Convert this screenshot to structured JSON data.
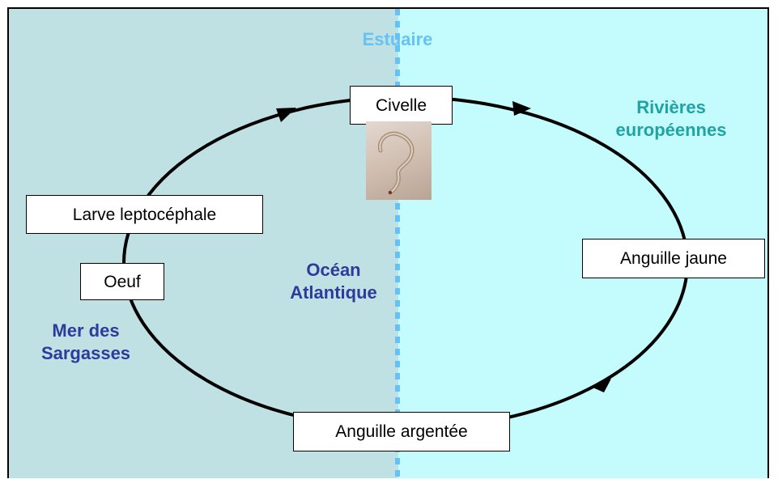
{
  "zones": {
    "estuary": "Estuaire",
    "rivers": [
      "Rivières",
      "européennes"
    ],
    "ocean": [
      "Océan",
      "Atlantique"
    ],
    "sargasso": [
      "Mer des",
      "Sargasses"
    ]
  },
  "stages": {
    "civelle": "Civelle",
    "yellow_eel": "Anguille jaune",
    "silver_eel": "Anguille argentée",
    "egg": "Oeuf",
    "larva": "Larve leptocéphale"
  },
  "colors": {
    "ocean_bg": "#bfe1e4",
    "river_bg": "#c4fcfe",
    "estuary_line": "#66c2f5",
    "estuary_text": "#66c2f5",
    "river_text": "#1fa3a3",
    "ocean_text": "#2e3a9c"
  },
  "icons": {
    "glass_eel_photo": "glass-eel-photo"
  }
}
